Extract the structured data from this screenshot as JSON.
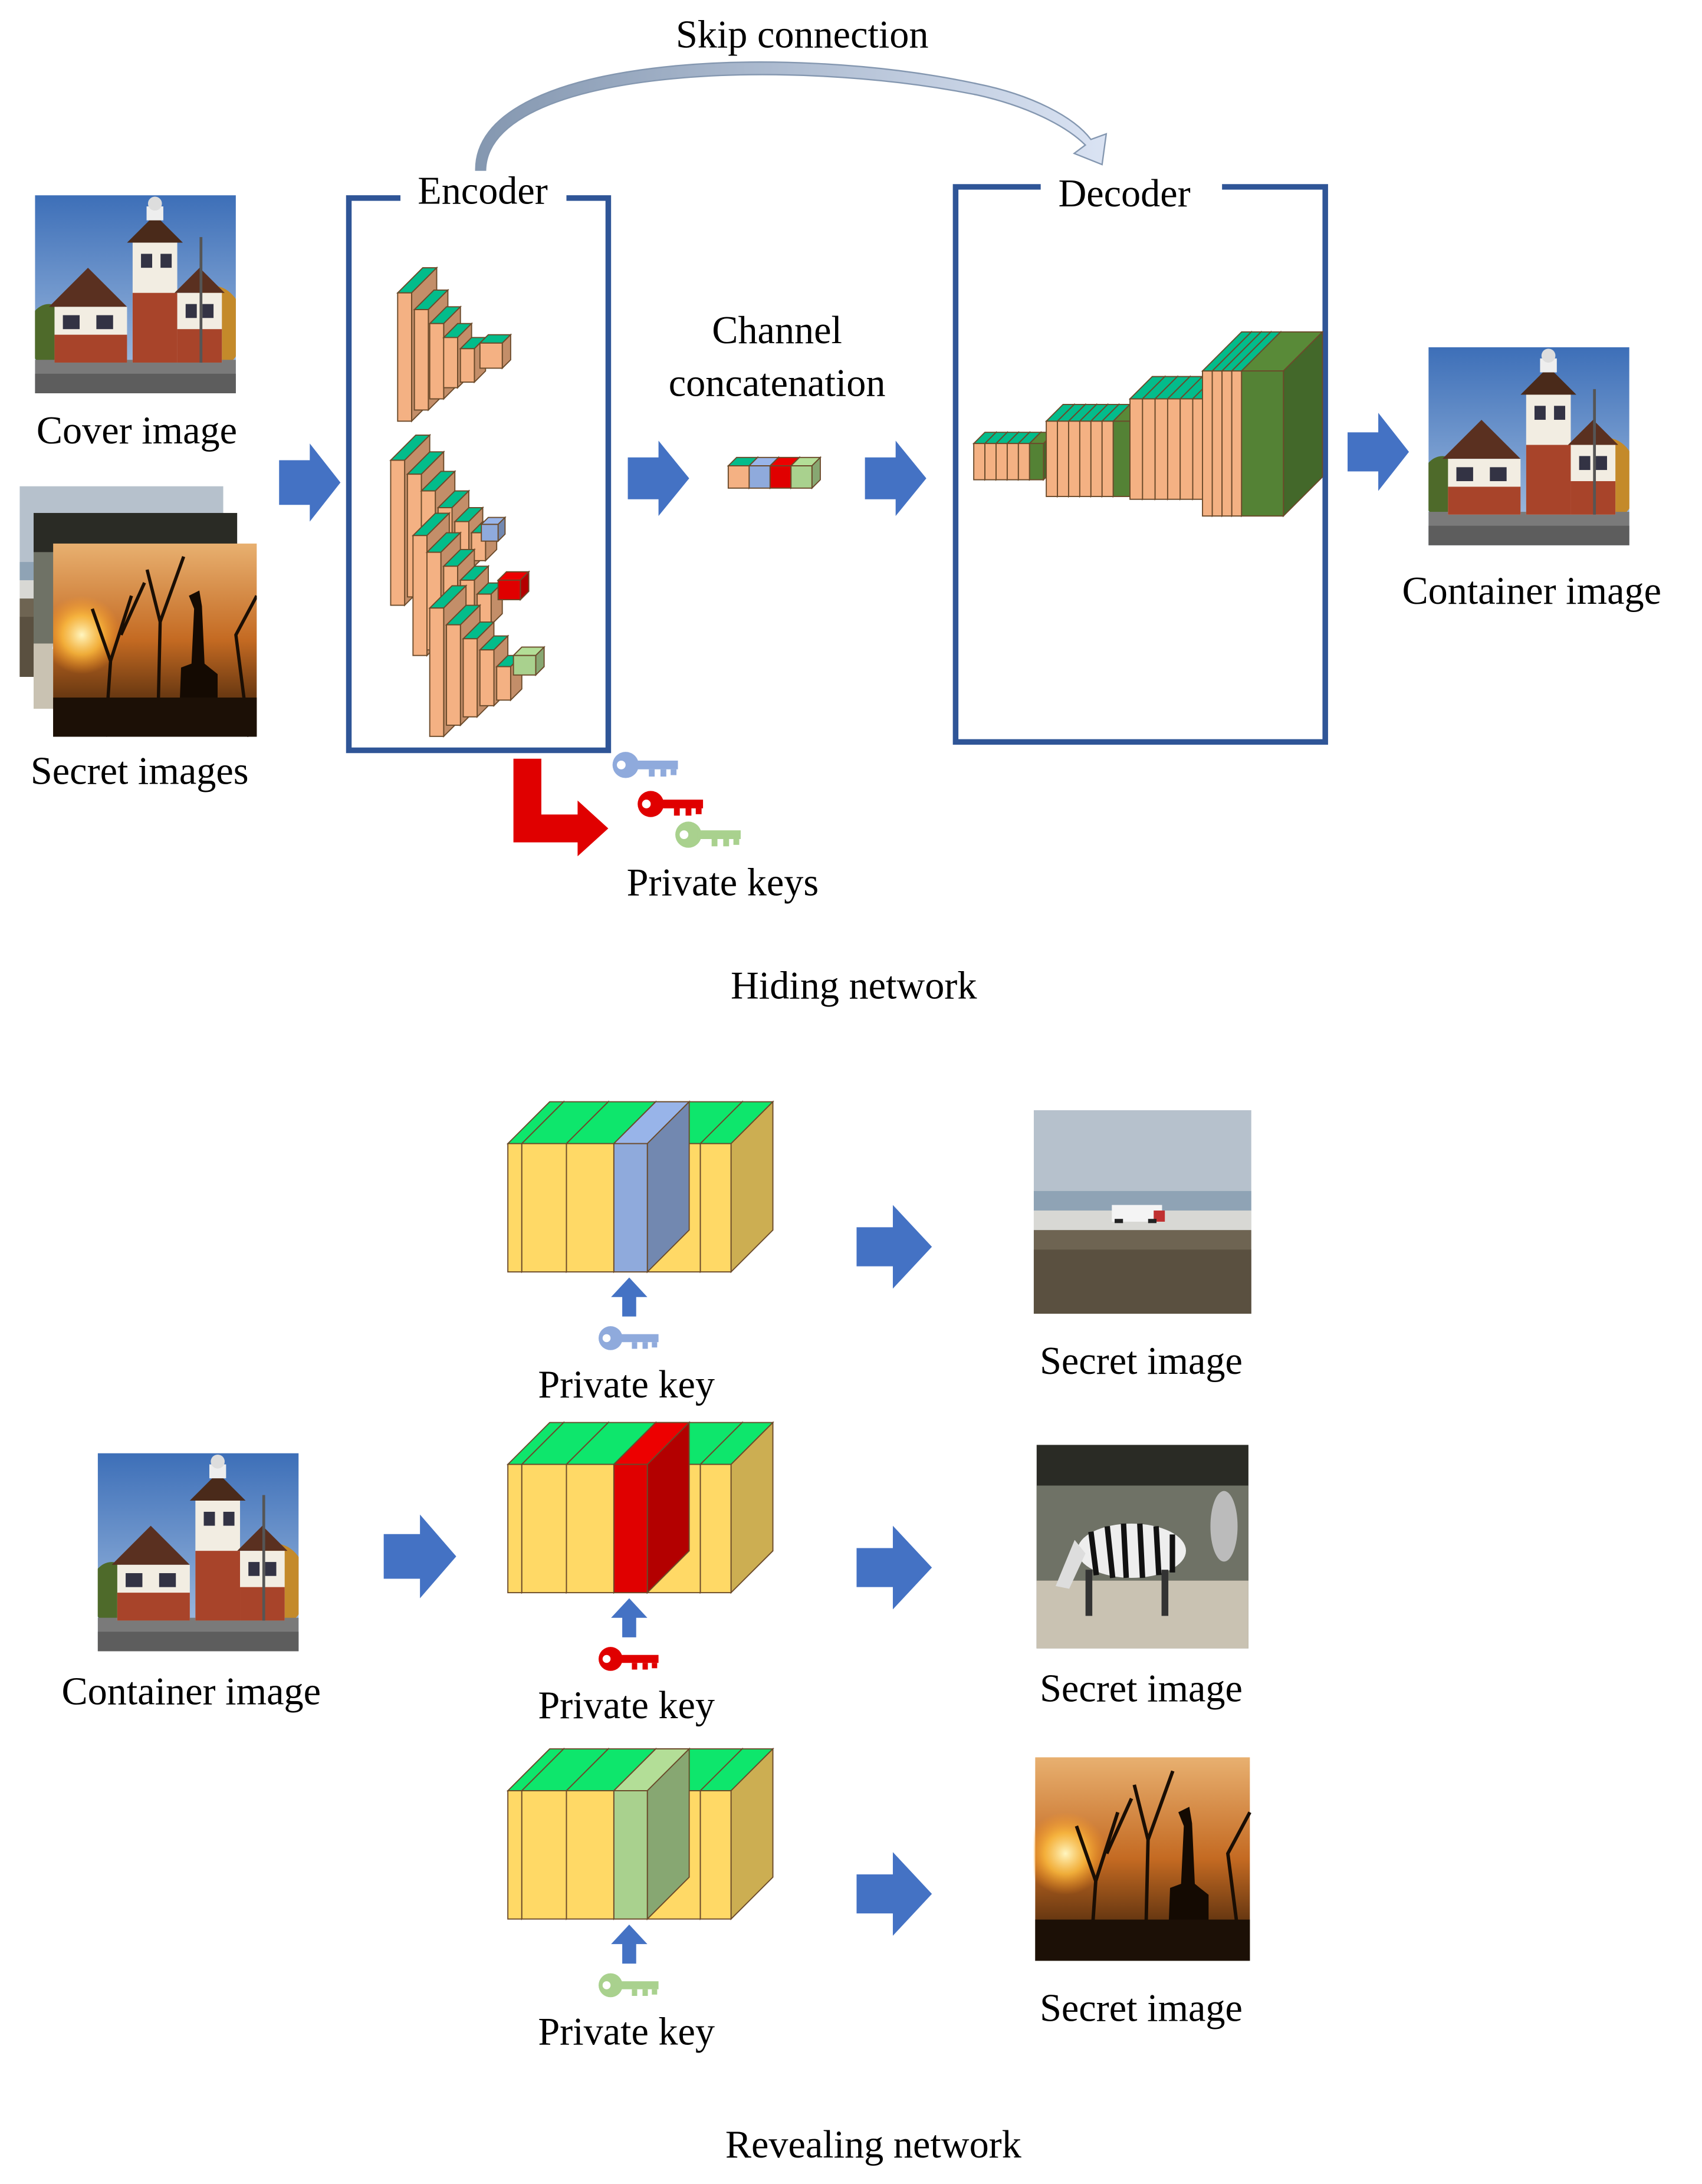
{
  "hiding": {
    "caption": "Hiding network",
    "skip_label": "Skip connection",
    "encoder_label": "Encoder",
    "decoder_label": "Decoder",
    "concat_label_line1": "Channel",
    "concat_label_line2": "concatenation",
    "cover_label": "Cover image",
    "secrets_label": "Secret images",
    "container_label": "Container image",
    "keys_label": "Private keys"
  },
  "revealing": {
    "caption": "Revealing network",
    "container_label": "Container image",
    "rows": [
      {
        "key_label": "Private key",
        "secret_label": "Secret image",
        "key_color": "#8faadc",
        "band_color": "#8faadc",
        "secret_scene": "beach-truck"
      },
      {
        "key_label": "Private key",
        "secret_label": "Secret image",
        "key_color": "#e00000",
        "band_color": "#e00000",
        "secret_scene": "zebras"
      },
      {
        "key_label": "Private key",
        "secret_label": "Secret image",
        "key_color": "#a9d18e",
        "band_color": "#a9d18e",
        "secret_scene": "giraffe-sunset"
      }
    ]
  },
  "colors": {
    "arrow_blue": "#4472c4",
    "frame_blue": "#2f5597",
    "encoder_layer": "#f4b183",
    "decoder_green": "#548235",
    "reveal_layer": "#ffd966",
    "key_blue": "#8faadc",
    "key_red": "#e00000",
    "key_green": "#a9d18e",
    "keys_arrow_red": "#e00000"
  },
  "images": {
    "cover": "house",
    "container": "house",
    "secrets_stack": [
      "beach-truck",
      "zebras",
      "giraffe-sunset"
    ]
  }
}
